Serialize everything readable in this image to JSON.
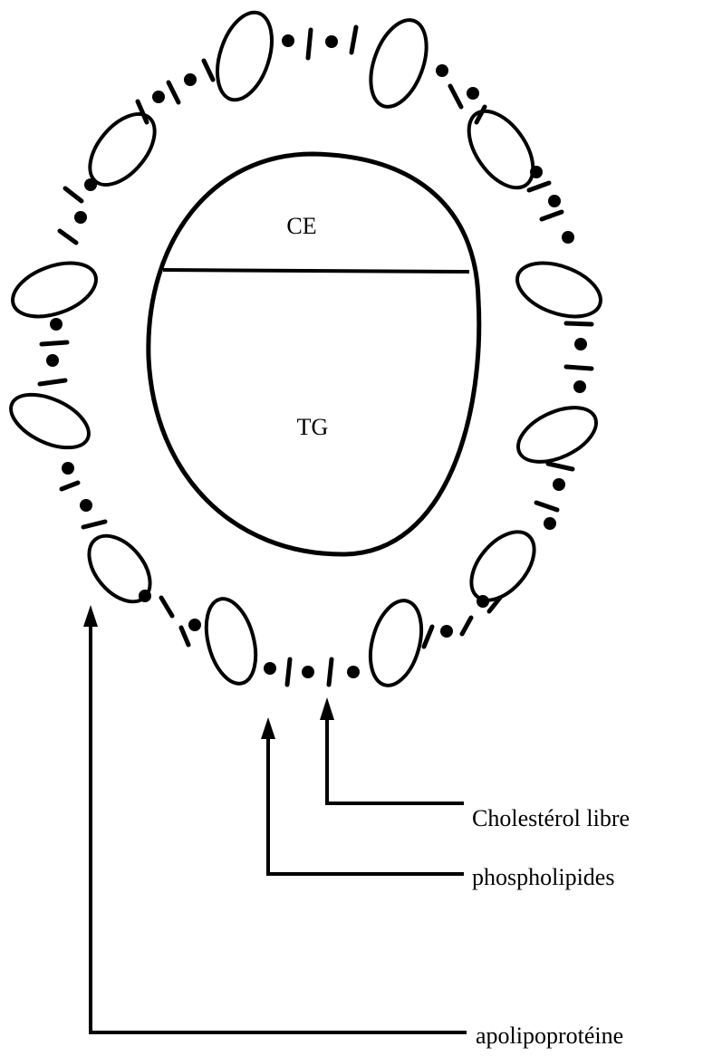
{
  "core": {
    "upper_label": "CE",
    "lower_label": "TG"
  },
  "legend": {
    "free_cholesterol": "Cholestérol libre",
    "phospholipids": "phospholipides",
    "apolipoprotein": "apolipoprotéine"
  },
  "ink_color": "#000000"
}
